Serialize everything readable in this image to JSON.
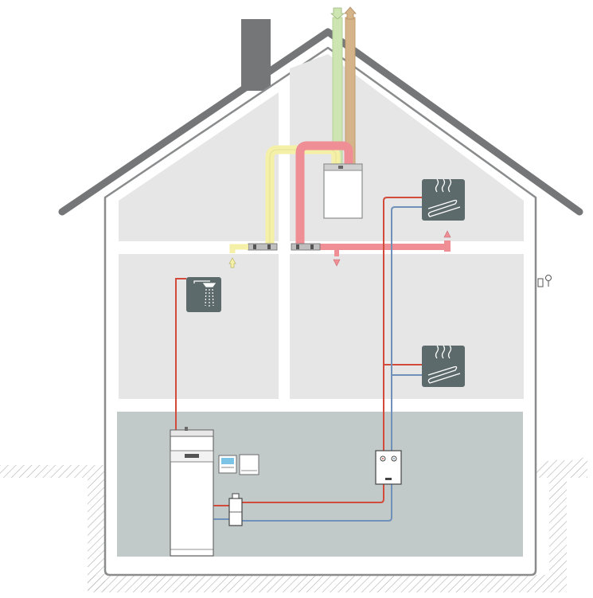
{
  "diagram": {
    "type": "house-heating-ventilation-schematic",
    "colors": {
      "roof": "#757677",
      "chimney": "#757677",
      "wall": "#ffffff",
      "outline": "#8a8b8c",
      "room": "#e6e6e6",
      "basement": "#c2c9c9",
      "ground_hatch": "#b0b0b0",
      "supply_air_green": "#cde5b0",
      "exhaust_air_tan": "#d6b48a",
      "fresh_air_yellow": "#f5f0a8",
      "warm_air_pink": "#ef8e95",
      "flow_red": "#d24a3a",
      "return_blue": "#6f90b8",
      "tile_dark": "#5d6a6c"
    },
    "icons": [
      "shower-icon",
      "floor-heating-icon",
      "outdoor-sensor-icon",
      "air-inlet-arrow-icon",
      "air-outlet-arrow-icon"
    ],
    "components": [
      "ventilation-unit",
      "heat-pump-tower",
      "room-controller",
      "system-control-unit",
      "hydraulic-station",
      "hydraulic-separator"
    ]
  }
}
